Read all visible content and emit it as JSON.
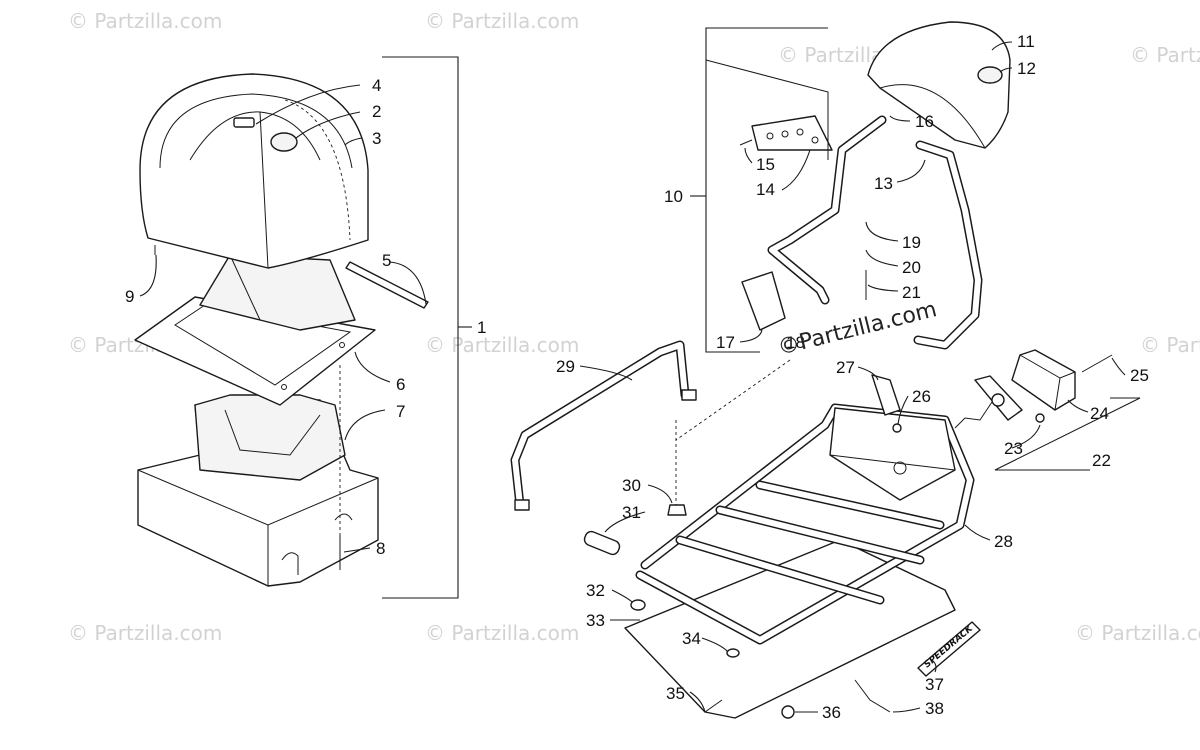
{
  "watermark": {
    "text": "© Partzilla.com",
    "overlay_text": "©Partzilla.com"
  },
  "decals": {
    "rack_decal": "SPEEDRACK"
  },
  "callouts": {
    "c1": "1",
    "c2": "2",
    "c3": "3",
    "c4": "4",
    "c5": "5",
    "c6": "6",
    "c7": "7",
    "c8": "8",
    "c9": "9",
    "c10": "10",
    "c11": "11",
    "c12": "12",
    "c13": "13",
    "c14": "14",
    "c15": "15",
    "c16": "16",
    "c17": "17",
    "c18": "18",
    "c19": "19",
    "c20": "20",
    "c21": "21",
    "c22": "22",
    "c23": "23",
    "c24": "24",
    "c25": "25",
    "c26": "26",
    "c27": "27",
    "c28": "28",
    "c29": "29",
    "c30": "30",
    "c31": "31",
    "c32": "32",
    "c33": "33",
    "c34": "34",
    "c35": "35",
    "c36": "36",
    "c37": "37",
    "c38": "38"
  }
}
